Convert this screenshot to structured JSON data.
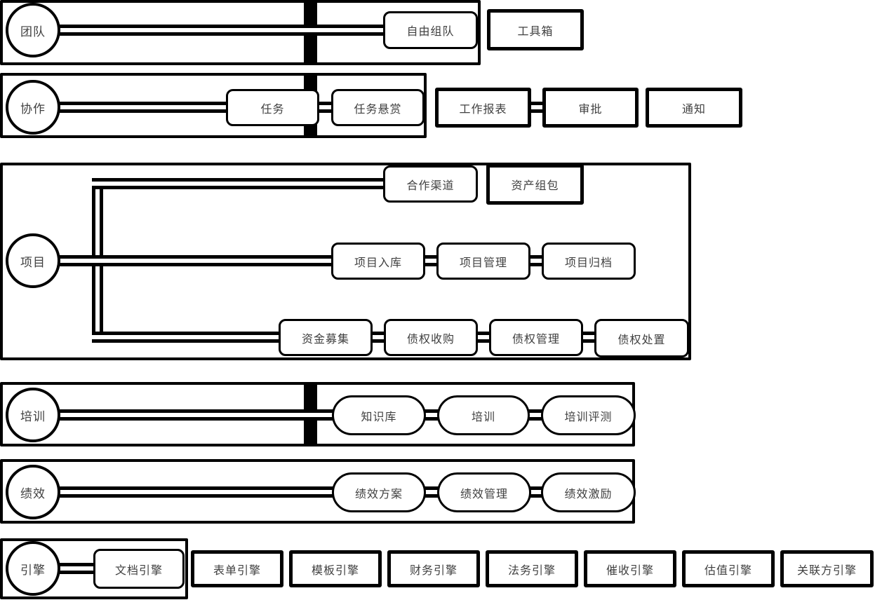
{
  "diagram": {
    "title": "platform-module-architecture",
    "colors": {
      "border": "#000000",
      "text": "#404040",
      "background": "#ffffff"
    },
    "rows": {
      "team": {
        "circle": "团队",
        "free_team": "自由组队",
        "toolbox": "工具箱"
      },
      "collaboration": {
        "circle": "协作",
        "task": "任务",
        "task_bounty": "任务悬赏",
        "work_report": "工作报表",
        "approval": "审批",
        "notification": "通知"
      },
      "project": {
        "circle": "项目",
        "coop_channel": "合作渠道",
        "asset_package": "资产组包",
        "project_intake": "项目入库",
        "project_mgmt": "项目管理",
        "project_archive": "项目归档",
        "fund_raising": "资金募集",
        "debt_acquisition": "债权收购",
        "debt_mgmt": "债权管理",
        "debt_disposal": "债权处置"
      },
      "training": {
        "circle": "培训",
        "knowledge_base": "知识库",
        "training": "培训",
        "training_eval": "培训评测"
      },
      "performance": {
        "circle": "绩效",
        "perf_plan": "绩效方案",
        "perf_mgmt": "绩效管理",
        "perf_incentive": "绩效激励"
      },
      "engine": {
        "circle": "引擎",
        "doc_engine": "文档引擎",
        "form_engine": "表单引擎",
        "template_engine": "模板引擎",
        "finance_engine": "财务引擎",
        "legal_engine": "法务引擎",
        "collection_engine": "催收引擎",
        "valuation_engine": "估值引擎",
        "related_party_engine": "关联方引擎"
      }
    }
  }
}
